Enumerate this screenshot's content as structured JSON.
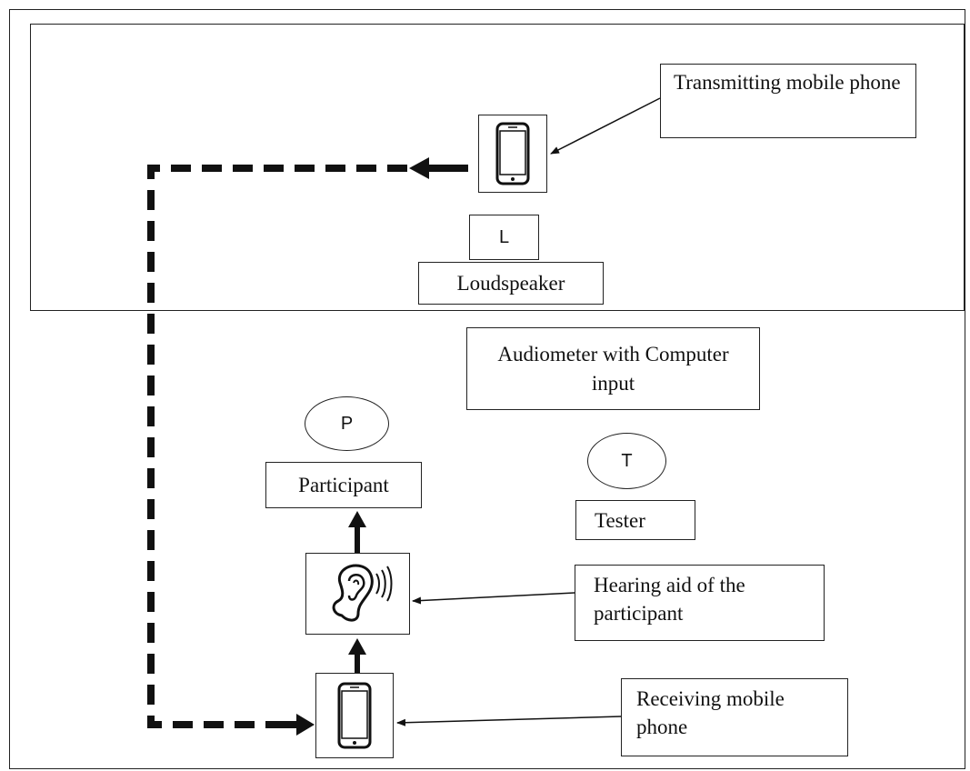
{
  "diagram": {
    "labels": {
      "transmitting_phone": "Transmitting mobile phone",
      "loudspeaker_symbol": "L",
      "loudspeaker": "Loudspeaker",
      "audiometer": "Audiometer with Computer input",
      "participant_symbol": "P",
      "participant": "Participant",
      "tester_symbol": "T",
      "tester": "Tester",
      "hearing_aid": "Hearing aid of the participant",
      "receiving_phone": "Receiving mobile phone"
    },
    "icons": {
      "transmitting_phone": "mobile-phone-icon",
      "hearing_aid": "ear-icon",
      "receiving_phone": "mobile-phone-icon"
    },
    "colors": {
      "line": "#111111",
      "border": "#222222",
      "background": "#ffffff"
    }
  }
}
